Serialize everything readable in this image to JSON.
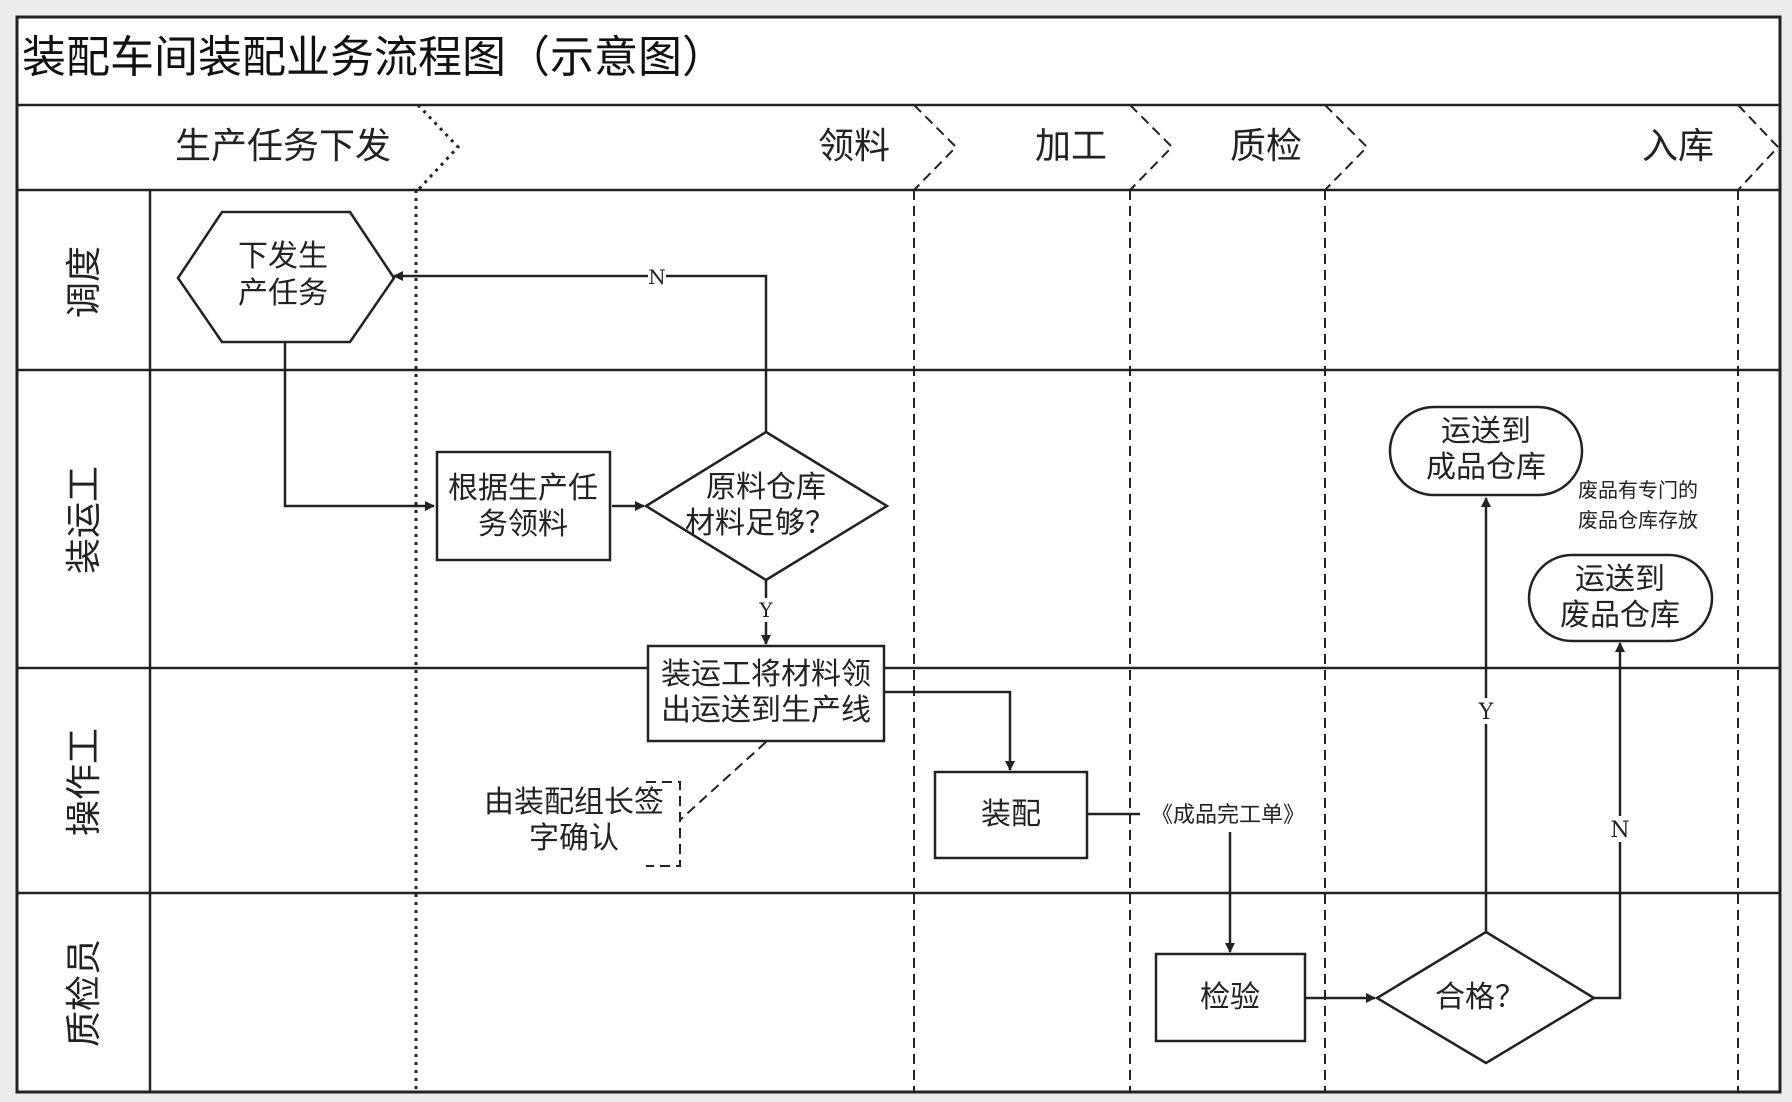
{
  "title": "装配车间装配业务流程图（示意图）",
  "phases": [
    "生产任务下发",
    "领料",
    "加工",
    "质检",
    "入库"
  ],
  "lanes": [
    "调度",
    "装运工",
    "操作工",
    "质检员"
  ],
  "nodes": {
    "issue_task": [
      "下发生",
      "产任务"
    ],
    "pick_by_task": [
      "根据生产任",
      "务领料"
    ],
    "material_enough": [
      "原料仓库",
      "材料足够？"
    ],
    "deliver_material": [
      "装运工将材料领",
      "出运送到生产线"
    ],
    "assemble": [
      "装配"
    ],
    "inspect": [
      "检验"
    ],
    "qualified": [
      "合格？"
    ],
    "to_finished_wh": [
      "运送到",
      "成品仓库"
    ],
    "to_scrap_wh": [
      "运送到",
      "废品仓库"
    ]
  },
  "annotations": {
    "leader_sign": [
      "由装配组长签",
      "字确认"
    ],
    "finished_doc": "《成品完工单》",
    "scrap_note": [
      "废品有专门的",
      "废品仓库存放"
    ]
  },
  "edge_labels": {
    "no_top": "N",
    "yes_down": "Y",
    "yes_up": "Y",
    "no_up": "N"
  }
}
